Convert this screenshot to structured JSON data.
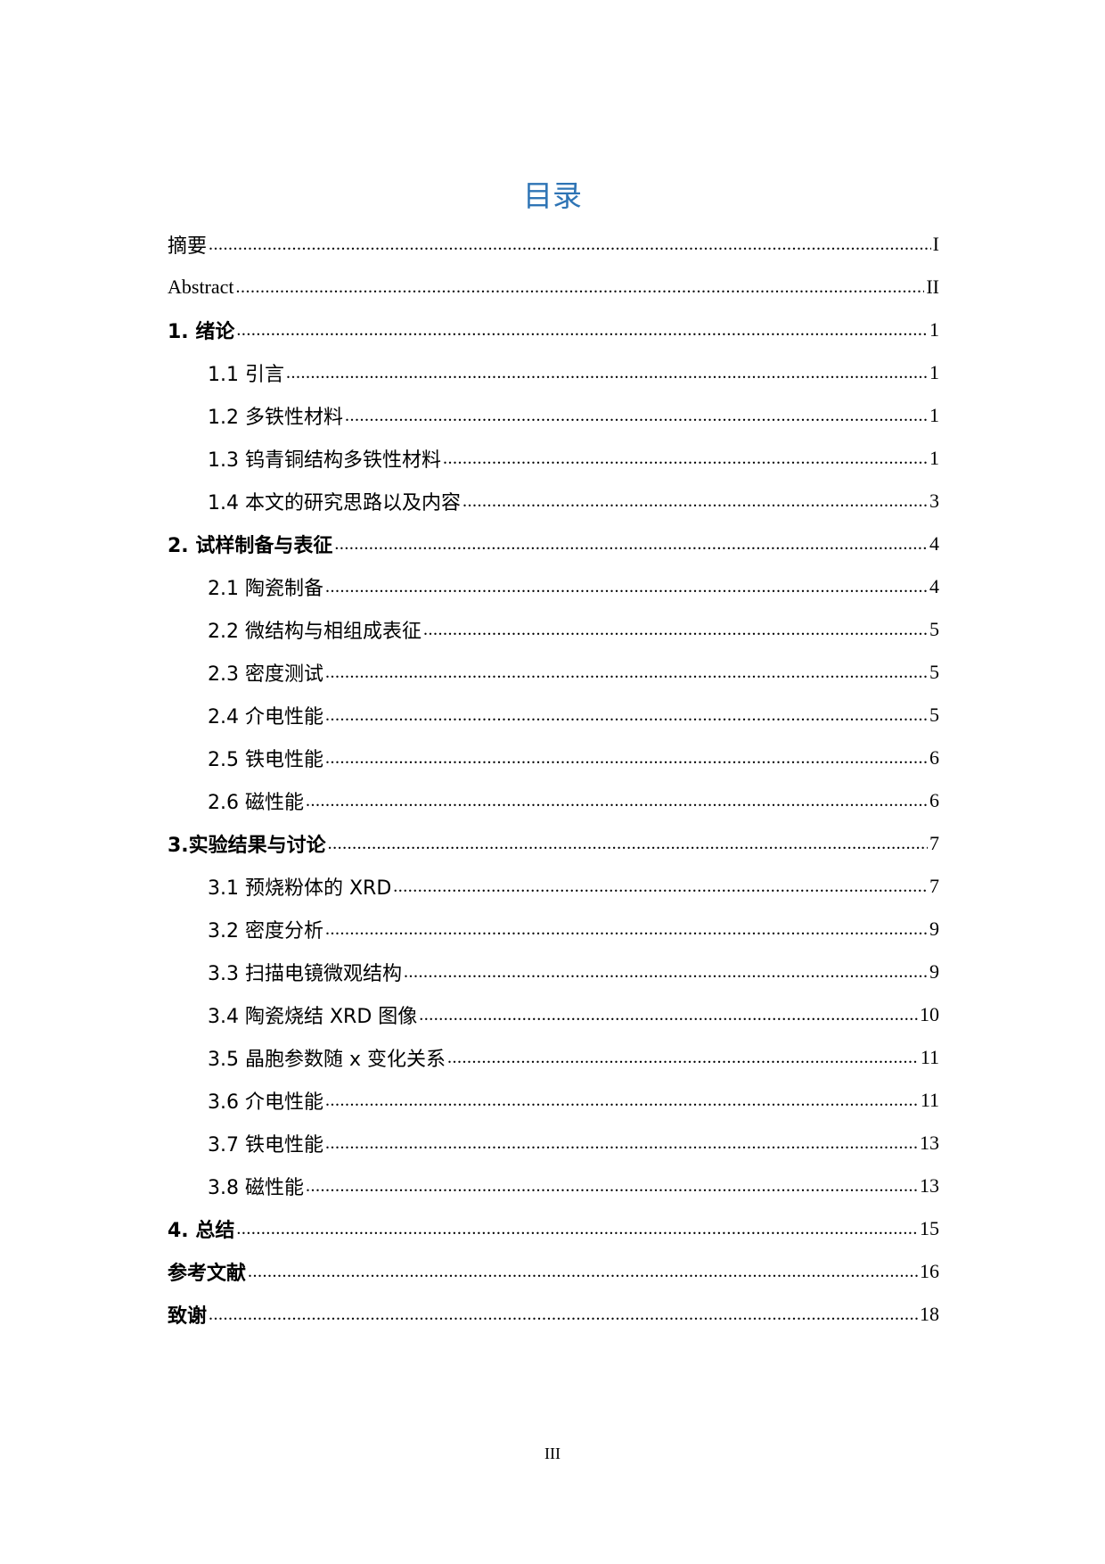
{
  "title": "目录",
  "page_number": "III",
  "toc": [
    {
      "label": "摘要",
      "page": "I",
      "style": "serif",
      "level": 1
    },
    {
      "label": "Abstract",
      "page": "II",
      "style": "serif",
      "level": 1
    },
    {
      "label": "1. 绪论",
      "page": "1",
      "style": "bold",
      "level": 1
    },
    {
      "label": "1.1 引言",
      "page": "1",
      "style": "sub",
      "level": 2
    },
    {
      "label": "1.2 多铁性材料",
      "page": "1",
      "style": "sub",
      "level": 2
    },
    {
      "label": "1.3 钨青铜结构多铁性材料",
      "page": "1",
      "style": "sub",
      "level": 2
    },
    {
      "label": "1.4 本文的研究思路以及内容",
      "page": "3",
      "style": "sub",
      "level": 2
    },
    {
      "label": "2. 试样制备与表征",
      "page": "4",
      "style": "bold",
      "level": 1
    },
    {
      "label": "2.1 陶瓷制备",
      "page": "4",
      "style": "sub",
      "level": 2
    },
    {
      "label": "2.2 微结构与相组成表征",
      "page": "5",
      "style": "sub",
      "level": 2
    },
    {
      "label": "2.3 密度测试",
      "page": "5",
      "style": "sub",
      "level": 2
    },
    {
      "label": "2.4 介电性能",
      "page": "5",
      "style": "sub",
      "level": 2
    },
    {
      "label": "2.5 铁电性能",
      "page": "6",
      "style": "sub",
      "level": 2
    },
    {
      "label": "2.6 磁性能",
      "page": "6",
      "style": "sub",
      "level": 2
    },
    {
      "label": "3.实验结果与讨论",
      "page": "7",
      "style": "bold",
      "level": 1
    },
    {
      "label": "3.1 预烧粉体的 XRD",
      "page": "7",
      "style": "sub",
      "level": 2
    },
    {
      "label": "3.2 密度分析",
      "page": "9",
      "style": "sub",
      "level": 2
    },
    {
      "label": "3.3 扫描电镜微观结构",
      "page": "9",
      "style": "sub",
      "level": 2
    },
    {
      "label": "3.4 陶瓷烧结 XRD 图像",
      "page": "10",
      "style": "sub",
      "level": 2
    },
    {
      "label": "3.5 晶胞参数随 x 变化关系",
      "page": "11",
      "style": "sub",
      "level": 2
    },
    {
      "label": "3.6 介电性能",
      "page": "11",
      "style": "sub",
      "level": 2
    },
    {
      "label": "3.7 铁电性能",
      "page": "13",
      "style": "sub",
      "level": 2
    },
    {
      "label": "3.8 磁性能",
      "page": "13",
      "style": "sub",
      "level": 2
    },
    {
      "label": "4. 总结",
      "page": "15",
      "style": "bold",
      "level": 1
    },
    {
      "label": "参考文献",
      "page": "16",
      "style": "bold",
      "level": 1
    },
    {
      "label": "致谢",
      "page": "18",
      "style": "bold",
      "level": 1
    }
  ]
}
